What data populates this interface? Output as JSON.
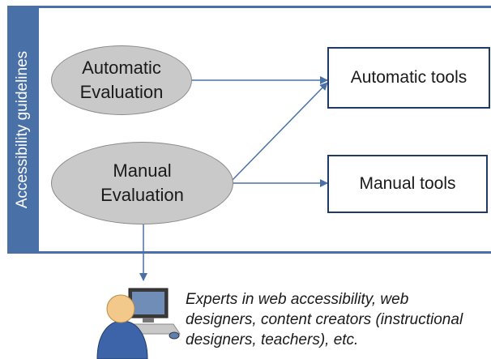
{
  "sidebar": {
    "label": "Accessibility guidelines"
  },
  "nodes": {
    "automatic_evaluation": [
      "Automatic",
      "Evaluation"
    ],
    "manual_evaluation": [
      "Manual",
      "Evaluation"
    ],
    "automatic_tools": "Automatic tools",
    "manual_tools": "Manual tools"
  },
  "caption": {
    "line1": "Experts in web accessibility, web",
    "line2": "designers, content creators (instructional",
    "line3": "designers, teachers), etc."
  },
  "colors": {
    "accent": "#4a71a7",
    "ellipse_fill": "#c9c9c9",
    "box_border": "#1f3a68"
  },
  "icons": {
    "user": "user-at-computer-icon"
  }
}
